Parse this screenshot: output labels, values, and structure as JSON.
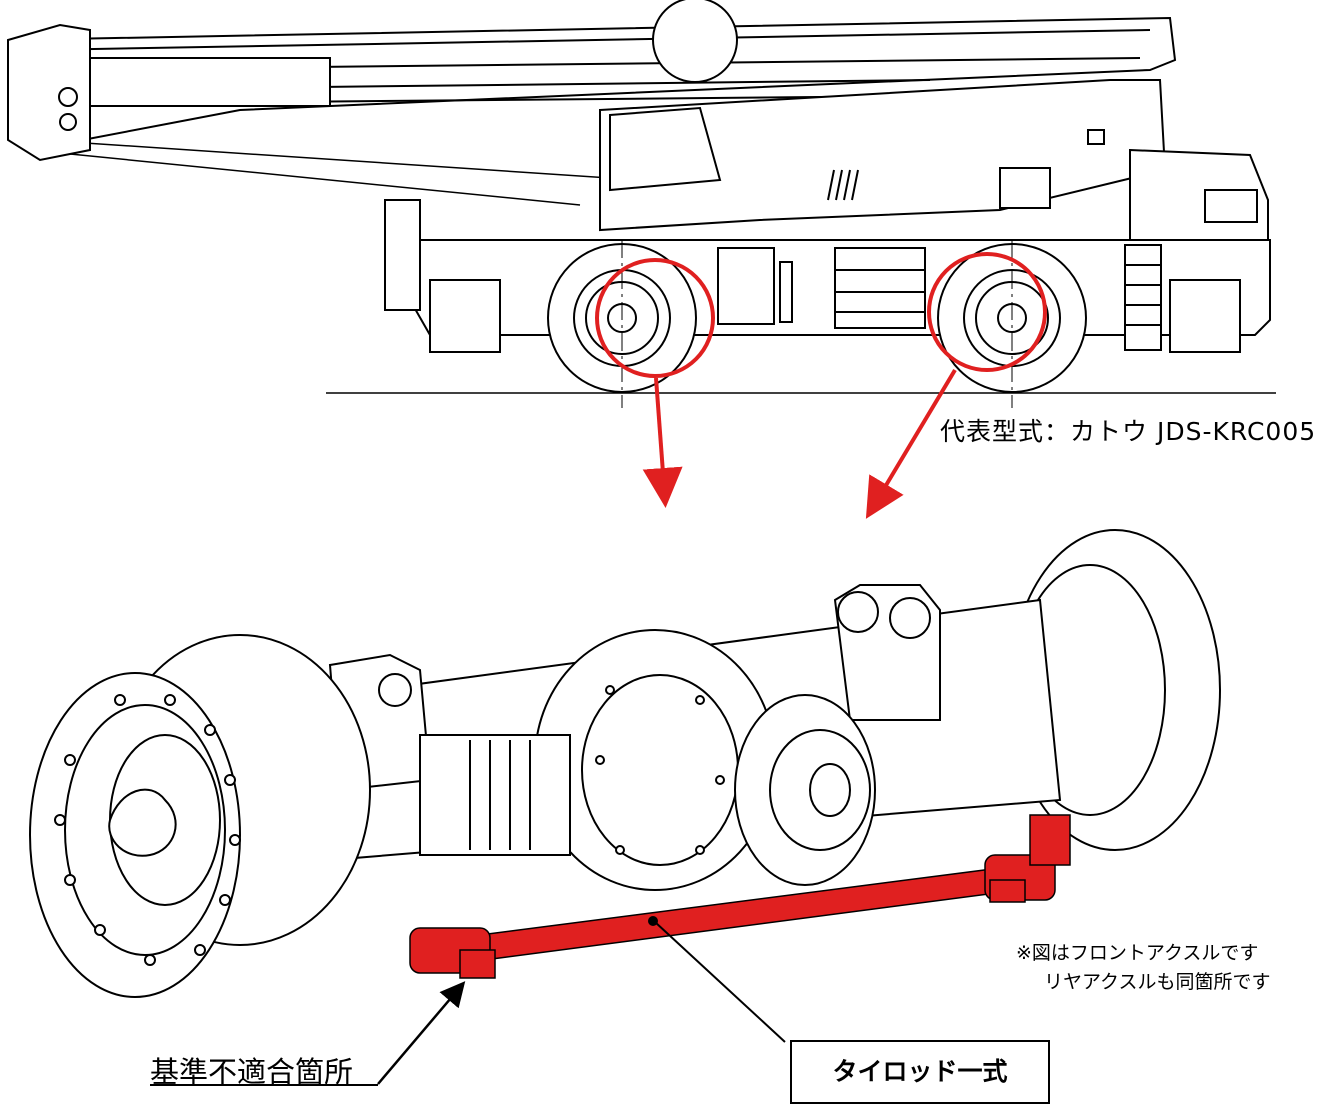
{
  "labels": {
    "model": "代表型式：カトウ JDS-KRC005",
    "note_line1": "※図はフロントアクスルです",
    "note_line2": "リヤアクスルも同箇所です",
    "defect_location": "基準不適合箇所",
    "part_name": "タイロッド一式"
  },
  "colors": {
    "highlight": "#e02020",
    "arrow": "#e02020",
    "line": "#000000",
    "background": "#ffffff"
  },
  "icons": {
    "vehicle": "rough-terrain-crane-side-view",
    "axle": "front-axle-assembly",
    "highlighted_part": "tie-rod-assembly"
  }
}
